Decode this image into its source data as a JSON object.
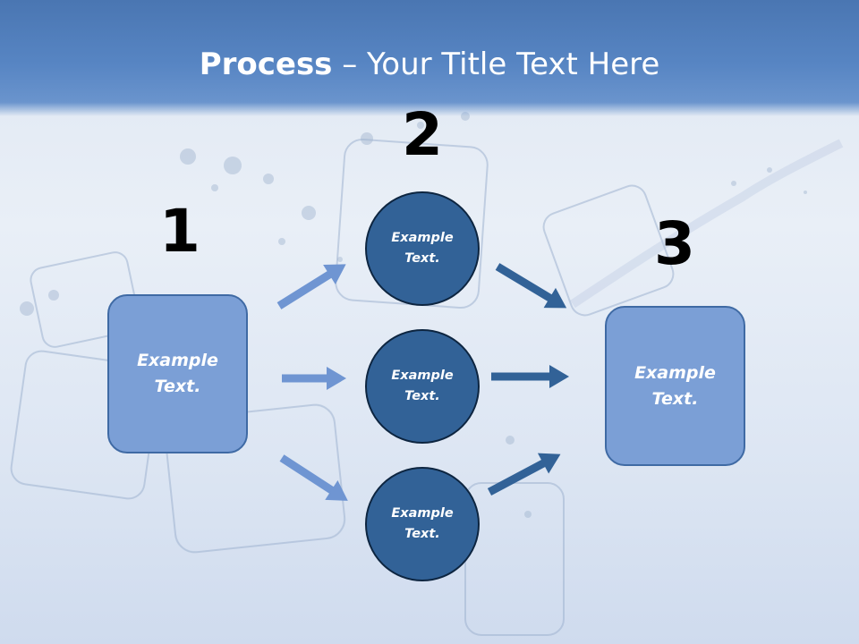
{
  "title": {
    "bold": "Process",
    "rest": " – Your Title Text Here"
  },
  "steps": [
    "1",
    "2",
    "3"
  ],
  "boxes": {
    "left": {
      "line1": "Example",
      "line2": "Text."
    },
    "right": {
      "line1": "Example",
      "line2": "Text."
    }
  },
  "circles": [
    {
      "line1": "Example",
      "line2": "Text."
    },
    {
      "line1": "Example",
      "line2": "Text."
    },
    {
      "line1": "Example",
      "line2": "Text."
    }
  ],
  "colors": {
    "header": "#5785c3",
    "box_fill": "#7b9fd6",
    "circle_fill": "#326297",
    "arrow_light": "#6f95d2",
    "arrow_dark": "#326297"
  }
}
